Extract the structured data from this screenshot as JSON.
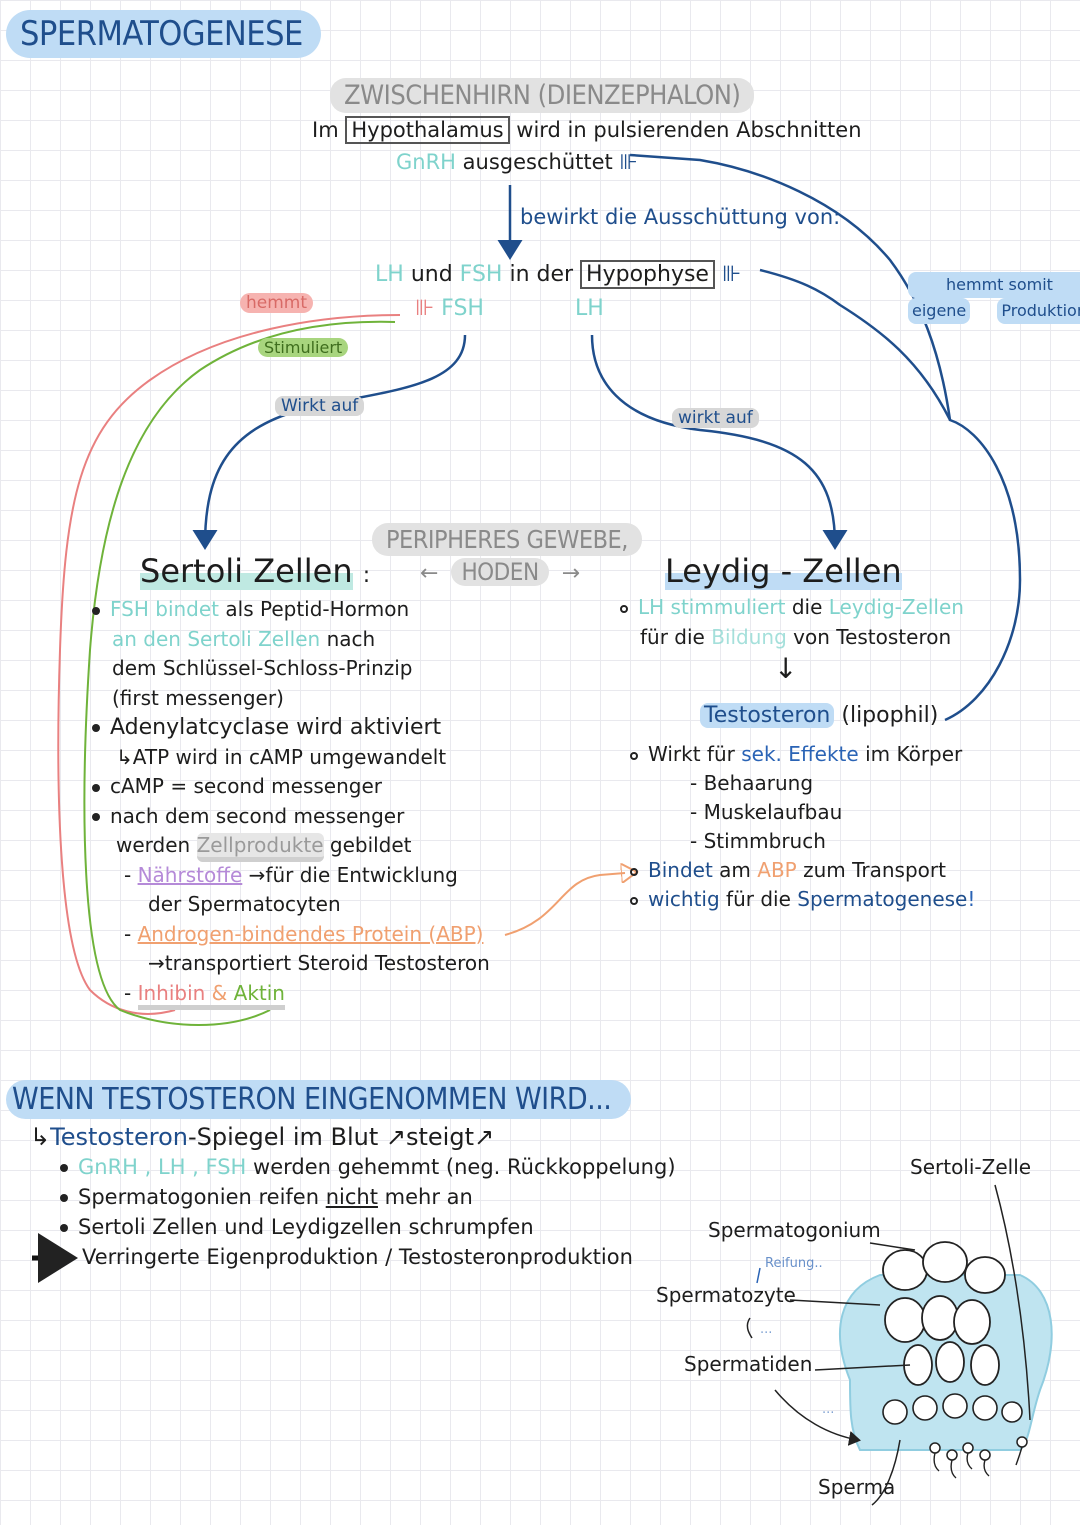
{
  "title": "SPERMATOGENESE",
  "top": {
    "region": "ZWISCHENHIRN (DIENZEPHALON)",
    "line1_a": "Im",
    "line1_b": "Hypothalamus",
    "line1_c": "wird in pulsierenden Abschnitten",
    "line2_a": "GnRH",
    "line2_b": "ausgeschüttet",
    "inhibit_mark": "⊪",
    "effect": "bewirkt die Ausschüttung von:"
  },
  "pituitary": {
    "lh": "LH",
    "und": "und",
    "fsh": "FSH",
    "in_der": "in der",
    "hypophyse": "Hypophyse",
    "inhibit_mark": "⊪",
    "fsh_sub": "FSH",
    "fsh_sub_mark": "⊪",
    "lh_sub": "LH"
  },
  "labels": {
    "hemmt": "hemmt",
    "stimuliert": "Stimuliert",
    "wirkt_auf_left": "Wirkt auf",
    "wirkt_auf_right": "wirkt auf",
    "hemmt_somit_1": "hemmt somit",
    "hemmt_somit_2": "eigene",
    "hemmt_somit_3": "Produktion"
  },
  "middle": {
    "peripheres": "PERIPHERES GEWEBE,",
    "hoden": "HODEN",
    "arrow_left": "←",
    "arrow_right": "→"
  },
  "sertoli": {
    "title": "Sertoli Zellen",
    "colon": ":",
    "b1_a": "FSH bindet",
    "b1_b": "als Peptid-Hormon",
    "b1_c": "an den Sertoli Zellen",
    "b1_d": "nach",
    "b1_e": "dem Schlüssel-Schloss-Prinzip",
    "b1_f": "(first messenger)",
    "b2_a": "Adenylatcyclase wird aktiviert",
    "b2_b": "↳ATP wird in cAMP umgewandelt",
    "b3": "cAMP = second messenger",
    "b4_a": "nach dem second messenger",
    "b4_b": "werden",
    "b4_c": "Zellprodukte",
    "b4_d": "gebildet",
    "s1_a": "Nährstoffe",
    "s1_b": "→für die Entwicklung",
    "s1_c": "der Spermatocyten",
    "s2_a": "Androgen-bindendes Protein (ABP)",
    "s2_b": "→transportiert Steroid Testosteron",
    "s3_a": "Inhibin",
    "s3_b": "&",
    "s3_c": "Aktin",
    "dash": "-"
  },
  "leydig": {
    "title": "Leydig - Zellen",
    "b1_a": "LH stimmuliert",
    "b1_b": "die",
    "b1_c": "Leydig-Zellen",
    "b1_d": "für die",
    "b1_e": "Bildung",
    "b1_f": "von Testosteron",
    "arrow": "↓",
    "testo": "Testosteron",
    "lipophil": "(lipophil)",
    "b2_a": "Wirkt",
    "b2_b": "für",
    "b2_c": "sek. Effekte",
    "b2_d": "im Körper",
    "e1": "- Behaarung",
    "e2": "- Muskelaufbau",
    "e3": "- Stimmbruch",
    "b3_a": "Bindet",
    "b3_b": "am",
    "b3_c": "ABP",
    "b3_d": "zum Transport",
    "b4_a": "wichtig",
    "b4_b": "für die",
    "b4_c": "Spermatogenese",
    "b4_d": "!"
  },
  "bottom": {
    "heading": "WENN TESTOSTERON EINGENOMMEN WIRD...",
    "line0_a": "↳",
    "line0_b": "Testosteron",
    "line0_c": "-Spiegel im Blut ↗steigt↗",
    "b1_a": "GnRH , LH , FSH",
    "b1_b": "werden gehemmt (neg. Rückkoppelung)",
    "b2_a": "Spermatogonien reifen",
    "b2_b": "nicht",
    "b2_c": "mehr an",
    "b3": "Sertoli Zellen und Leydigzellen schrumpfen",
    "b4": "Verringerte Eigenproduktion / Testosteronproduktion"
  },
  "illustration": {
    "sertoli_zelle": "Sertoli-Zelle",
    "spermatogonium": "Spermatogonium",
    "reifung": "Reifung..",
    "spermatozyte": "Spermatozyte",
    "dots": "...",
    "spermatiden": "Spermatiden",
    "dots2": "...",
    "sperma": "Sperma"
  },
  "colors": {
    "teal": "#7fd3cc",
    "navy": "#1f4e8c",
    "orange": "#f0a070",
    "green": "#6fb33a",
    "red": "#e98080",
    "highlight_blue": "#bfdcf5",
    "highlight_gray": "#e2e2e2",
    "cell_blue": "#bfe4f0"
  }
}
